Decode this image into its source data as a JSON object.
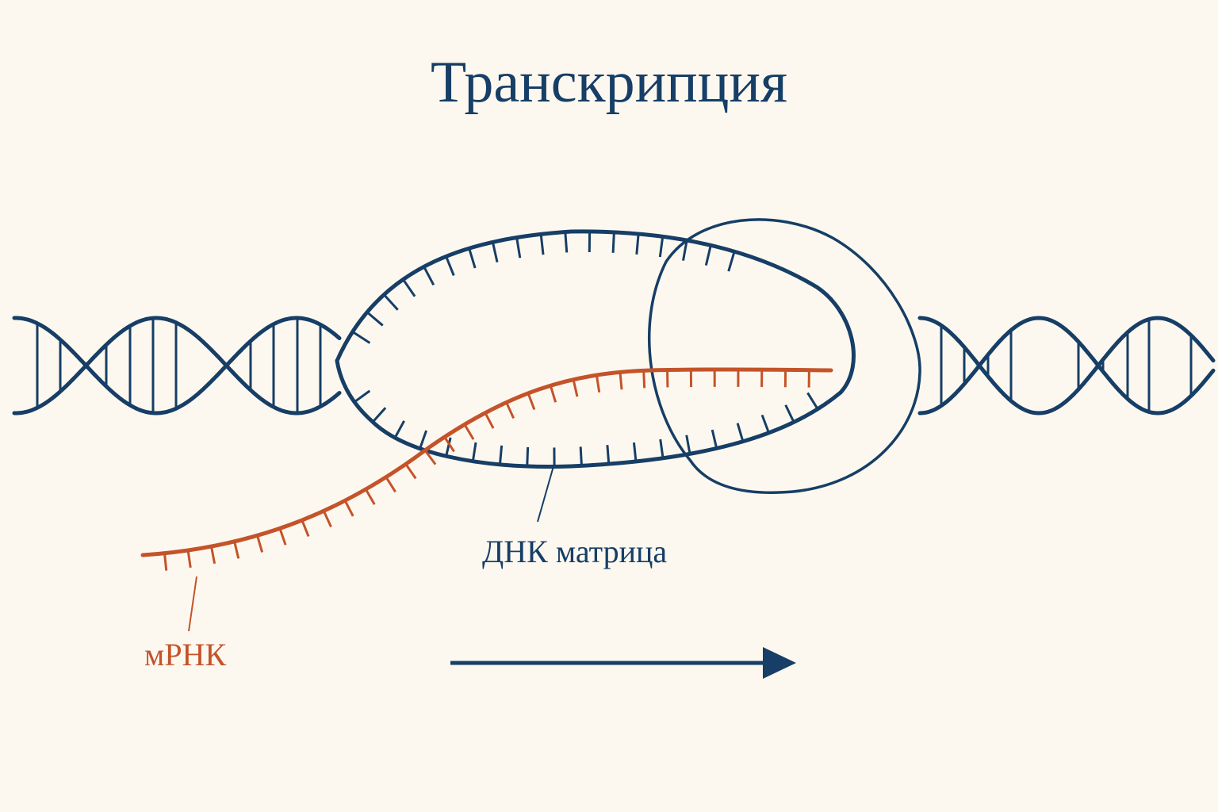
{
  "title": "Транскрипция",
  "labels": {
    "dna_template": "ДНК матрица",
    "mrna": "мРНК"
  },
  "colors": {
    "background": "#fdf8ef",
    "dna": "#163e66",
    "mrna": "#c4532a"
  },
  "elements": {
    "left_helix": "double-helix",
    "right_helix": "double-helix",
    "bubble": "transcription-bubble",
    "polymerase": "rna-polymerase-loop",
    "direction_arrow": "arrow-right"
  }
}
